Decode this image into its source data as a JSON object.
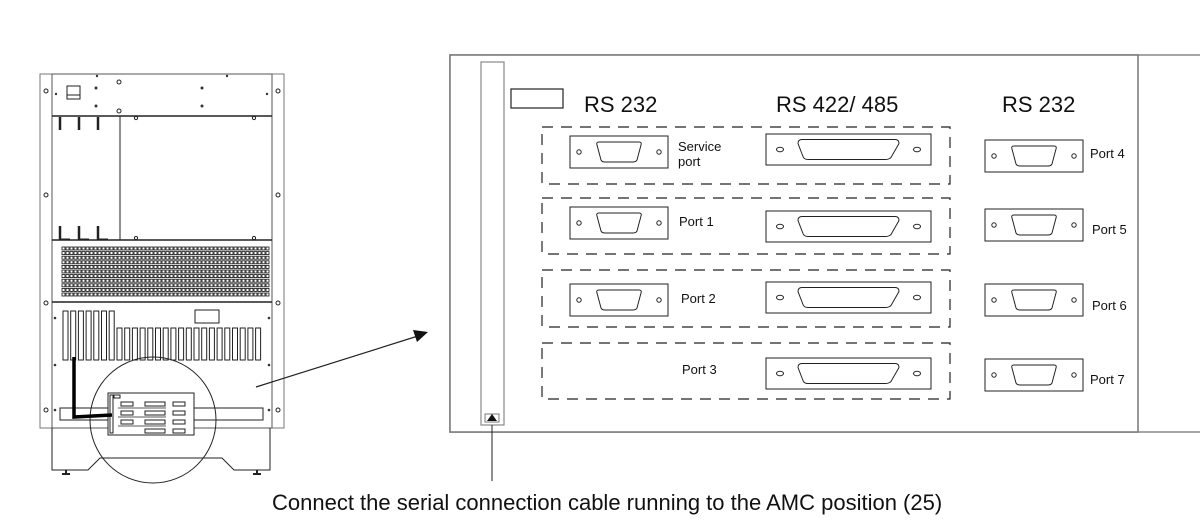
{
  "diagram": {
    "title": "Serial interface connection diagram",
    "headers": {
      "left_rs232": "RS 232",
      "middle_rs422": "RS 422/ 485",
      "right_rs232": "RS 232"
    },
    "left_ports": [
      {
        "label_line1": "Service",
        "label_line2": "port"
      },
      {
        "label_line1": "Port 1",
        "label_line2": ""
      },
      {
        "label_line1": "Port 2",
        "label_line2": ""
      },
      {
        "label_line1": "Port 3",
        "label_line2": ""
      }
    ],
    "right_ports": [
      {
        "label": "Port 4"
      },
      {
        "label": "Port 5"
      },
      {
        "label": "Port 6"
      },
      {
        "label": "Port 7"
      }
    ],
    "caption": "Connect the serial connection cable running to the AMC position (25)",
    "colors": {
      "line": "#111111",
      "panel_border": "#888888",
      "background": "#ffffff"
    }
  }
}
